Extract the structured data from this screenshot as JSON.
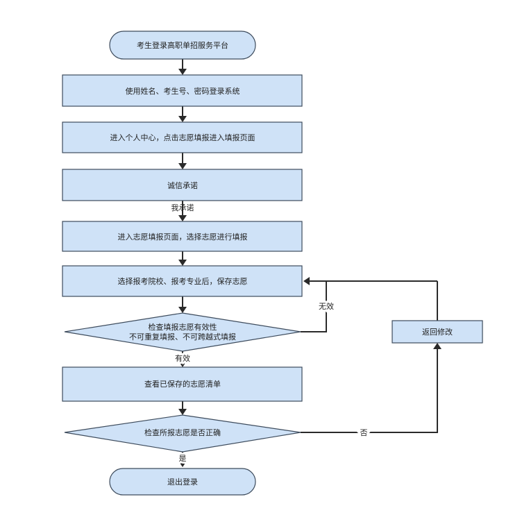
{
  "flowchart": {
    "start": "考生登录高职单招服务平台",
    "step_login": "使用姓名、考生号、密码登录系统",
    "step_center": "进入个人中心，点击志愿填报进入填报页面",
    "step_integrity": "诚信承诺",
    "label_promise": "我承诺",
    "step_fill_page": "进入志愿填报页面，选择志愿进行填报",
    "step_select": "选择报考院校、报考专业后，保存志愿",
    "decision_validity_line1": "检查填报志愿有效性",
    "decision_validity_line2": "不可重复填报、不可跨越式填报",
    "label_invalid": "无效",
    "label_valid": "有效",
    "step_view": "查看已保存的志愿清单",
    "decision_correct": "检查所报志愿是否正确",
    "label_no": "否",
    "label_yes": "是",
    "step_return": "返回修改",
    "end": "退出登录"
  },
  "colors": {
    "fill": "#cfe2f7",
    "stroke": "#3d4b5c",
    "line": "#2a2a2a"
  }
}
